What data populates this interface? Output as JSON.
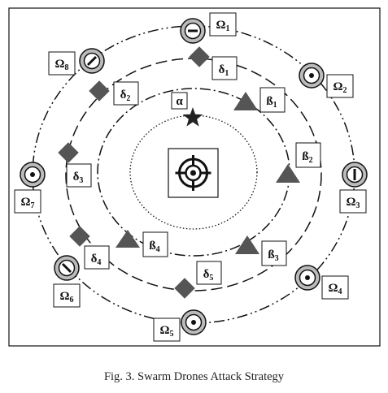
{
  "caption": "Fig. 3.  Swarm Drones Attack Strategy",
  "colors": {
    "stroke": "#111111",
    "drone_fill": "#555555",
    "star_fill": "#222222",
    "ring_fill": "#bbbbbb"
  },
  "center_icon": "crosshair-target-icon",
  "alpha": {
    "label": "α",
    "icon": "star-icon"
  },
  "beta": [
    {
      "label": "ß",
      "sub": "1"
    },
    {
      "label": "ß",
      "sub": "2"
    },
    {
      "label": "ß",
      "sub": "3"
    },
    {
      "label": "ß",
      "sub": "4"
    }
  ],
  "delta": [
    {
      "label": "δ",
      "sub": "1"
    },
    {
      "label": "δ",
      "sub": "2"
    },
    {
      "label": "δ",
      "sub": "3"
    },
    {
      "label": "δ",
      "sub": "4"
    },
    {
      "label": "δ",
      "sub": "5"
    }
  ],
  "omega": [
    {
      "label": "Ω",
      "sub": "1"
    },
    {
      "label": "Ω",
      "sub": "2"
    },
    {
      "label": "Ω",
      "sub": "3"
    },
    {
      "label": "Ω",
      "sub": "4"
    },
    {
      "label": "Ω",
      "sub": "5"
    },
    {
      "label": "Ω",
      "sub": "6"
    },
    {
      "label": "Ω",
      "sub": "7"
    },
    {
      "label": "Ω",
      "sub": "8"
    }
  ]
}
